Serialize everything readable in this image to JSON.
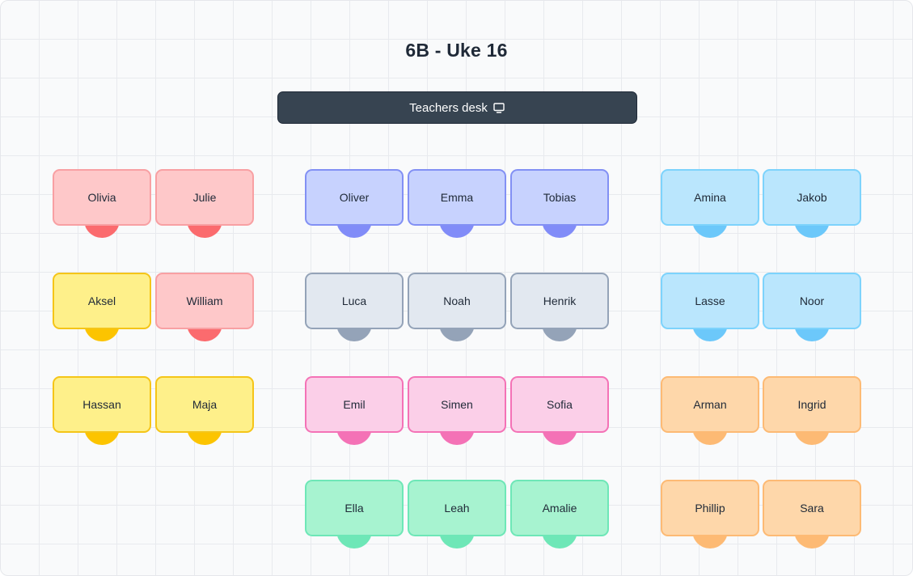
{
  "title": "6B - Uke 16",
  "teacher_desk": {
    "label": "Teachers desk",
    "icon": "monitor-icon"
  },
  "colors": {
    "red": {
      "desk": "#fec8c9",
      "border": "#f8a0a3",
      "chair": "#fb6b6e"
    },
    "yellow": {
      "desk": "#fef08a",
      "border": "#f5c518",
      "chair": "#fcc400"
    },
    "indigo": {
      "desk": "#c7d2fe",
      "border": "#8290f4",
      "chair": "#818cf8"
    },
    "slate": {
      "desk": "#e2e8f0",
      "border": "#94a3b8",
      "chair": "#94a3b8"
    },
    "pink": {
      "desk": "#fbcfe8",
      "border": "#f472b6",
      "chair": "#f472b6"
    },
    "green": {
      "desk": "#a7f3d0",
      "border": "#6ee7b7",
      "chair": "#6ee7b7"
    },
    "blue": {
      "desk": "#bae6fd",
      "border": "#7dd3fc",
      "chair": "#6cc8fa"
    },
    "orange": {
      "desk": "#fed7aa",
      "border": "#fdba74",
      "chair": "#fdba74"
    }
  },
  "students": [
    {
      "name": "Olivia",
      "color": "red"
    },
    {
      "name": "Julie",
      "color": "red"
    },
    {
      "name": "Oliver",
      "color": "indigo"
    },
    {
      "name": "Emma",
      "color": "indigo"
    },
    {
      "name": "Tobias",
      "color": "indigo"
    },
    {
      "name": "Amina",
      "color": "blue"
    },
    {
      "name": "Jakob",
      "color": "blue"
    },
    {
      "name": "Aksel",
      "color": "yellow"
    },
    {
      "name": "William",
      "color": "red"
    },
    {
      "name": "Luca",
      "color": "slate"
    },
    {
      "name": "Noah",
      "color": "slate"
    },
    {
      "name": "Henrik",
      "color": "slate"
    },
    {
      "name": "Lasse",
      "color": "blue"
    },
    {
      "name": "Noor",
      "color": "blue"
    },
    {
      "name": "Hassan",
      "color": "yellow"
    },
    {
      "name": "Maja",
      "color": "yellow"
    },
    {
      "name": "Emil",
      "color": "pink"
    },
    {
      "name": "Simen",
      "color": "pink"
    },
    {
      "name": "Sofia",
      "color": "pink"
    },
    {
      "name": "Arman",
      "color": "orange"
    },
    {
      "name": "Ingrid",
      "color": "orange"
    },
    {
      "name": "Ella",
      "color": "green"
    },
    {
      "name": "Leah",
      "color": "green"
    },
    {
      "name": "Amalie",
      "color": "green"
    },
    {
      "name": "Phillip",
      "color": "orange"
    },
    {
      "name": "Sara",
      "color": "orange"
    }
  ]
}
